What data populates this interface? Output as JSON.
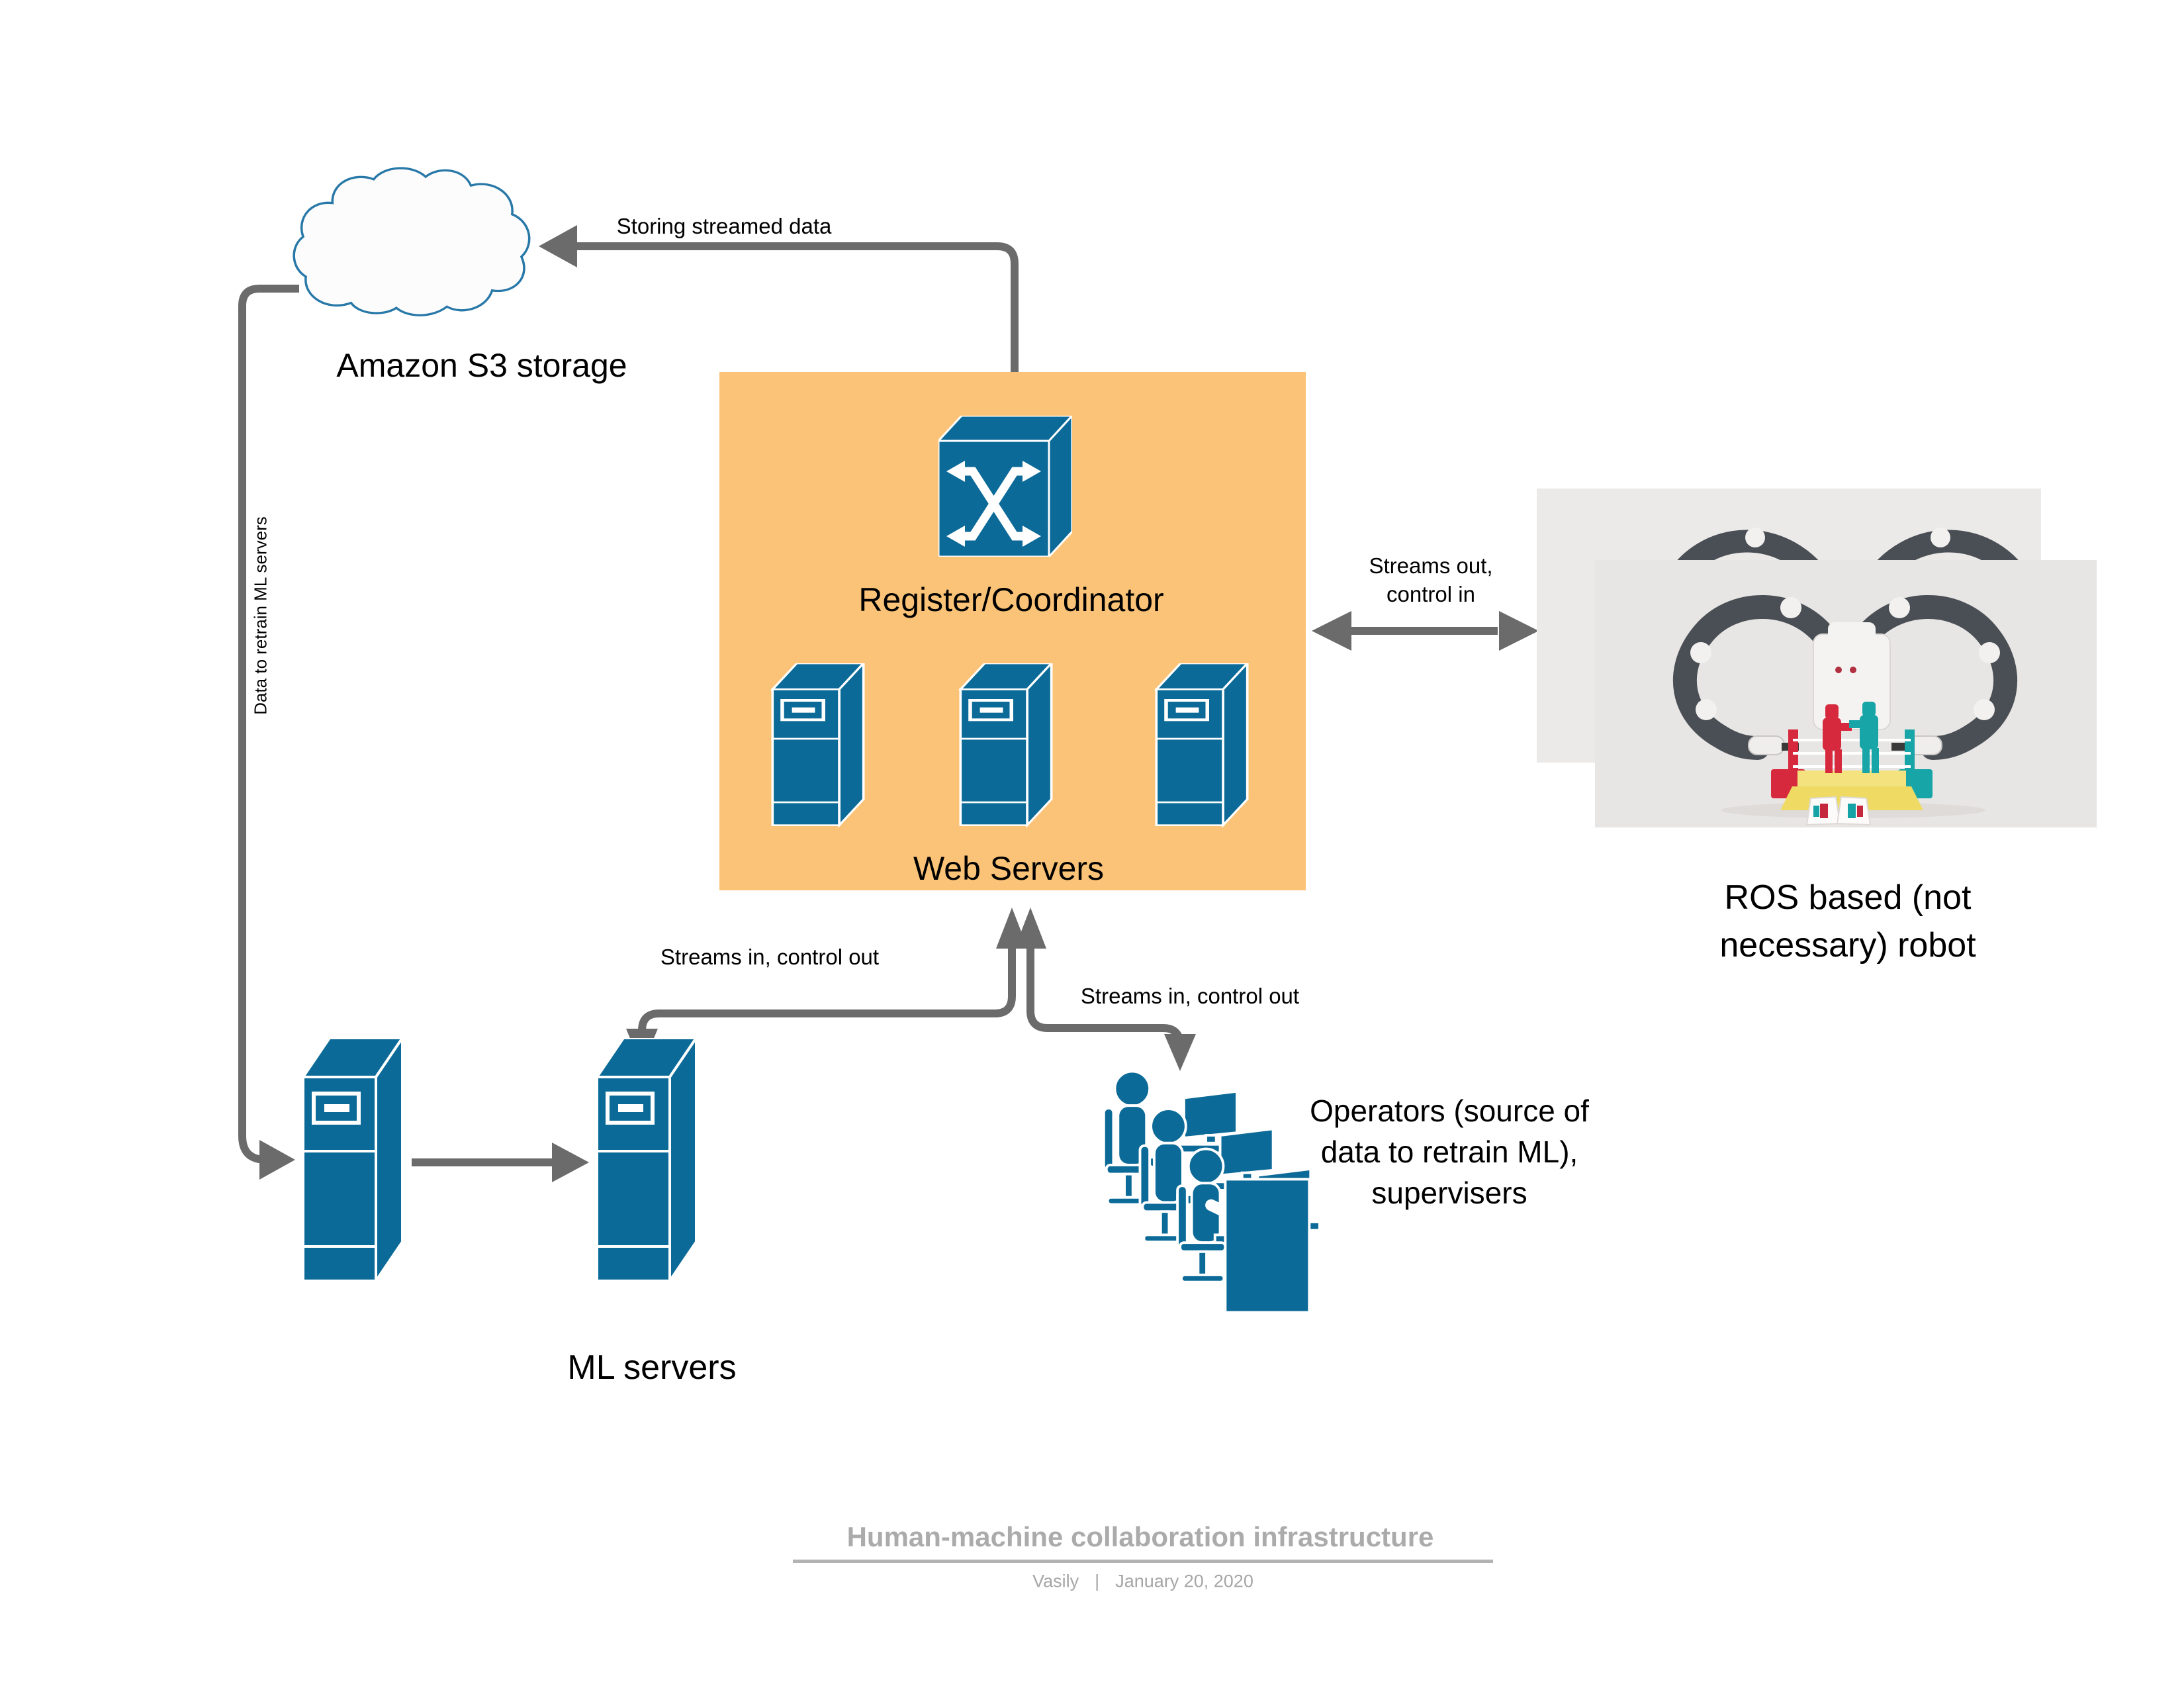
{
  "diagram": {
    "nodes": {
      "s3": {
        "label": "Amazon S3 storage",
        "icon": "cloud-icon"
      },
      "coordinator_group": {
        "register_label": "Register/Coordinator",
        "web_servers_label": "Web Servers",
        "icon": "network-switch-icon",
        "server_icon": "server-icon",
        "web_server_count": 3
      },
      "ml_servers": {
        "label": "ML servers",
        "icon": "server-icon",
        "server_count": 2
      },
      "operators": {
        "lines": [
          "Operators (source of",
          "data to retrain ML),",
          "supervisers"
        ],
        "icon": "operators-at-computers-icon"
      },
      "robot": {
        "lines": [
          "ROS based (not",
          "necessary) robot"
        ],
        "icon": "robot-photo",
        "photo_count": 2
      }
    },
    "edges": {
      "s3_store": {
        "label": "Storing streamed data"
      },
      "retrain": {
        "label": "Data to retrain ML servers"
      },
      "robot_link": {
        "lines": [
          "Streams out,",
          "control in"
        ]
      },
      "ml_link": {
        "label": "Streams in, control out"
      },
      "operators_link": {
        "label": "Streams in, control out"
      }
    }
  },
  "footer": {
    "title": "Human-machine collaboration infrastructure",
    "author": "Vasily",
    "separator": "|",
    "date": "January 20, 2020"
  },
  "colors": {
    "accent_orange": "#FBC377",
    "node_blue": "#0B6A97",
    "arrow_gray": "#6B6B6B",
    "cloud_outline": "#2878A8",
    "footer_title": "#ABABAB",
    "footer_rule": "#B3B3B3",
    "footer_subtitle": "#A6A6A6",
    "photo_background": "#E8E6E4",
    "robot_arm": "#4A4F55"
  }
}
